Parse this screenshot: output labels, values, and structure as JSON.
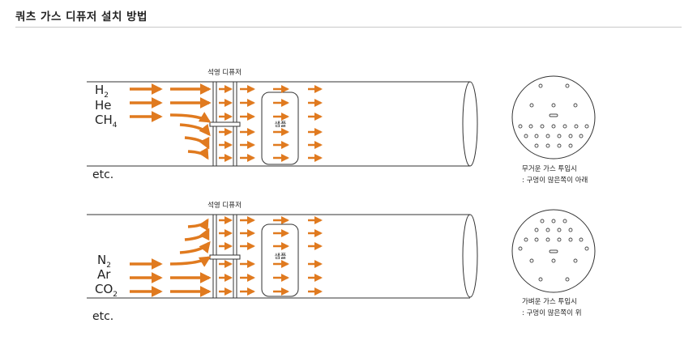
{
  "title": "쿼츠 가스 디퓨저 설치 방법",
  "colors": {
    "arrow": "#e07a1f",
    "line": "#333333",
    "text": "#222222"
  },
  "heavy_panel": {
    "diffuser_label": "석영 디퓨저",
    "sample_label": "샘플",
    "gases": [
      "H",
      "He",
      "CH"
    ],
    "gas_subscripts": [
      "2",
      "",
      "4"
    ],
    "etc": "etc.",
    "caption_line1": "무거운 가스 투입시",
    "caption_line2": ": 구멍이 많은쪽이 아래"
  },
  "light_panel": {
    "diffuser_label": "석영 디퓨저",
    "sample_label": "샘플",
    "gases": [
      "N",
      "Ar",
      "CO"
    ],
    "gas_subscripts": [
      "2",
      "",
      "2"
    ],
    "etc": "etc.",
    "caption_line1": "가벼운 가스 투입시",
    "caption_line2": ": 구멍이 많은쪽이 위"
  }
}
